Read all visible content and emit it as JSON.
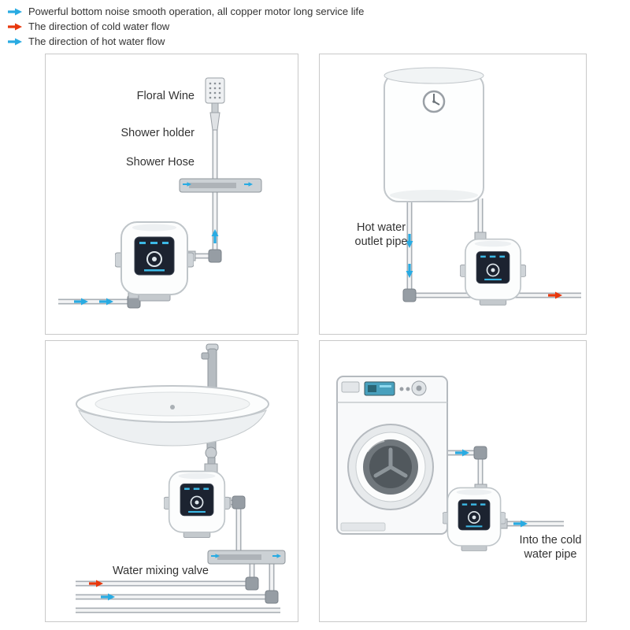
{
  "colors": {
    "hot_flow": "#29abe2",
    "cold_flow": "#e8380d"
  },
  "legend": {
    "items": [
      {
        "id": "feature",
        "arrow_color": "#29abe2",
        "text": "Powerful bottom noise smooth operation, all copper motor long service life"
      },
      {
        "id": "cold-water-flow",
        "arrow_color": "#e8380d",
        "text": "The direction of cold water flow"
      },
      {
        "id": "hot-water-flow",
        "arrow_color": "#29abe2",
        "text": "The direction of hot water flow"
      }
    ]
  },
  "panels": {
    "shower": {
      "labels": {
        "floral_wine": "Floral Wine",
        "shower_holder": "Shower holder",
        "shower_hose": "Shower Hose"
      }
    },
    "heater": {
      "label": {
        "line1": "Hot water",
        "line2": "outlet pipe"
      }
    },
    "sink": {
      "label": "Water mixing valve"
    },
    "washer": {
      "label": {
        "line1": "Into the cold",
        "line2": "water pipe"
      }
    }
  }
}
